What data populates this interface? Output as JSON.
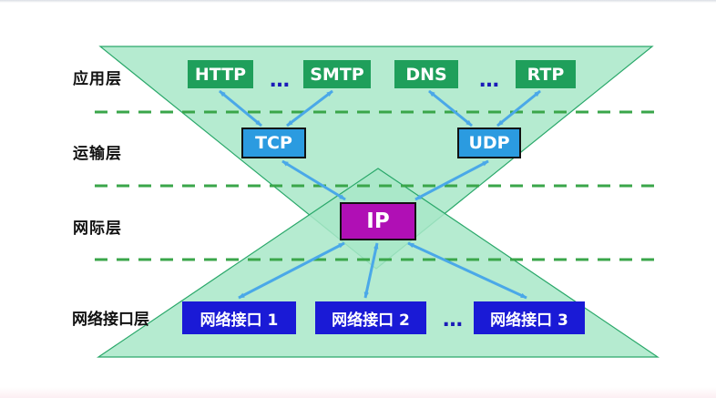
{
  "layers": {
    "application": "应用层",
    "transport": "运输层",
    "network": "网际层",
    "interface": "网络接口层"
  },
  "application_protocols": [
    "HTTP",
    "SMTP",
    "DNS",
    "RTP"
  ],
  "transport_protocols": [
    "TCP",
    "UDP"
  ],
  "network_protocol": "IP",
  "network_interfaces": [
    "网络接口 1",
    "网络接口 2",
    "网络接口 3"
  ],
  "ellipsis": "…",
  "colors": {
    "hourglass_fill": "#a8e8c8",
    "hourglass_stroke": "#2aa86a",
    "separator": "#3aa64a",
    "arrow": "#4aa8e8",
    "application_box": "#1f9f5b",
    "transport_box": "#2b9be0",
    "ip_box": "#b00fb5",
    "interface_box": "#1a1ad6",
    "ellipsis": "#1a1ab8"
  }
}
